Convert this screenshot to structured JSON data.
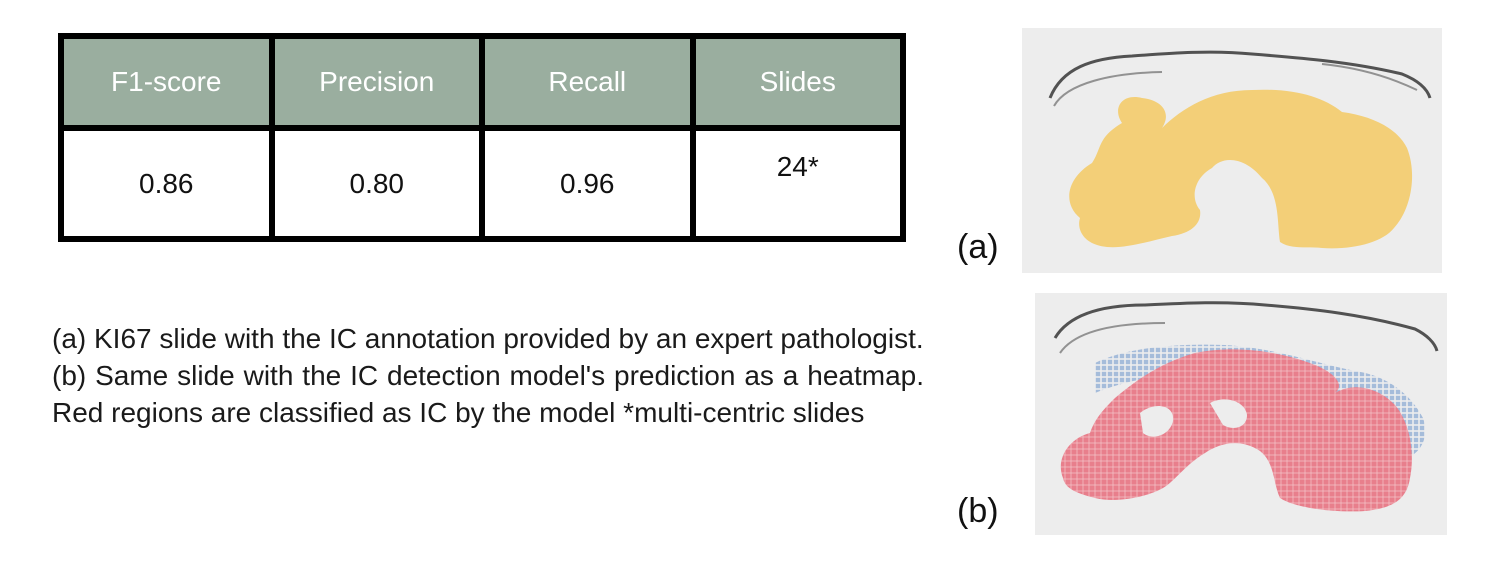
{
  "table": {
    "headers": [
      "F1-score",
      "Precision",
      "Recall",
      "Slides"
    ],
    "values": [
      "0.86",
      "0.80",
      "0.96",
      "24*"
    ]
  },
  "figure": {
    "label_a": "(a)",
    "label_b": "(b)",
    "colors": {
      "annotation_fill": "#f3cf78",
      "prediction_ic": "#e87f8c",
      "prediction_non_ic": "#9db6d8",
      "slide_background": "#ededed"
    }
  },
  "caption": {
    "line_a": "(a) KI67 slide with the IC annotation provided by an expert pathologist.",
    "line_b": "(b) Same slide with the IC detection model's prediction as a heatmap. Red regions are classified as IC by the model *multi-centric slides"
  }
}
